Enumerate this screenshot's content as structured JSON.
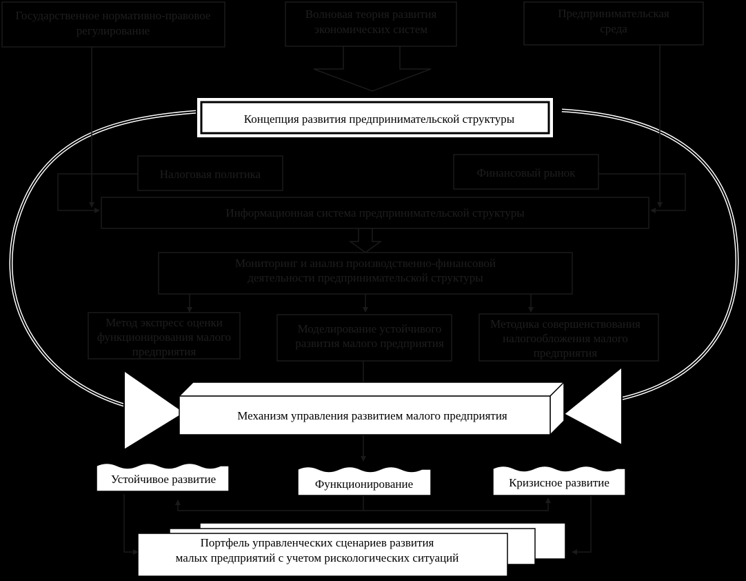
{
  "colors": {
    "background": "#000000",
    "dark_outline": "#1a1a1a",
    "dark_text": "#1e1e1e",
    "white": "#ffffff",
    "highlight_outline": "#000000"
  },
  "top_sources": {
    "regulation": [
      "Государственное нормативно-правовое",
      "регулирование"
    ],
    "wave_theory": [
      "Волновая теория развития",
      "экономических систем"
    ],
    "environment": [
      "Предпринимательская",
      "среда"
    ]
  },
  "concept": "Концепция развития предпринимательской структуры",
  "tax_policy": "Налоговая политика",
  "financial_market": "Финансовый рынок",
  "info_system": "Информационная система предпринимательской структуры",
  "monitoring": [
    "Мониторинг и анализ производственно-финансовой",
    "деятельности предпринимательской структуры"
  ],
  "methods": {
    "express": [
      "Метод экспресс оценки",
      "функционирования малого",
      "предприятия"
    ],
    "modeling": [
      "Моделирование устойчивого",
      "развития малого предприятия"
    ],
    "taxation": [
      "Методика совершенствования",
      "налогообложения малого",
      "предприятия"
    ]
  },
  "mechanism": "Механизм управления развитием малого предприятия",
  "states": {
    "sustainable": "Устойчивое развитие",
    "functioning": "Функционирование",
    "crisis": "Кризисное развитие"
  },
  "portfolio": [
    "Портфель управленческих сценариев развития",
    "малых предприятий с учетом рискологических ситуаций"
  ]
}
